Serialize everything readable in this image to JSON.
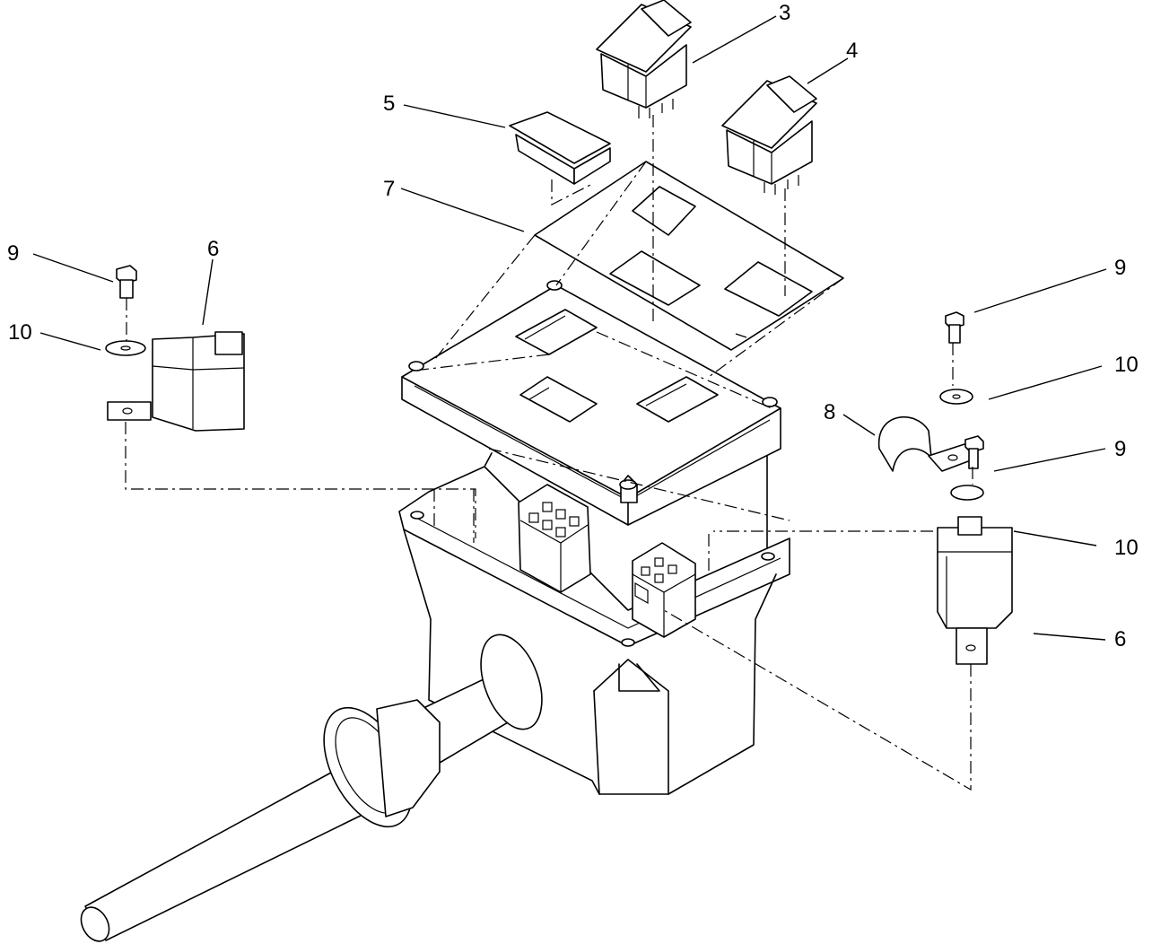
{
  "callouts": [
    {
      "id": "c3",
      "label": "3"
    },
    {
      "id": "c4",
      "label": "4"
    },
    {
      "id": "c5",
      "label": "5"
    },
    {
      "id": "c7",
      "label": "7"
    },
    {
      "id": "c9a",
      "label": "9"
    },
    {
      "id": "c6a",
      "label": "6"
    },
    {
      "id": "c10a",
      "label": "10"
    },
    {
      "id": "c9b",
      "label": "9"
    },
    {
      "id": "c10b",
      "label": "10"
    },
    {
      "id": "c8",
      "label": "8"
    },
    {
      "id": "c9c",
      "label": "9"
    },
    {
      "id": "c10c",
      "label": "10"
    },
    {
      "id": "c6b",
      "label": "6"
    }
  ]
}
